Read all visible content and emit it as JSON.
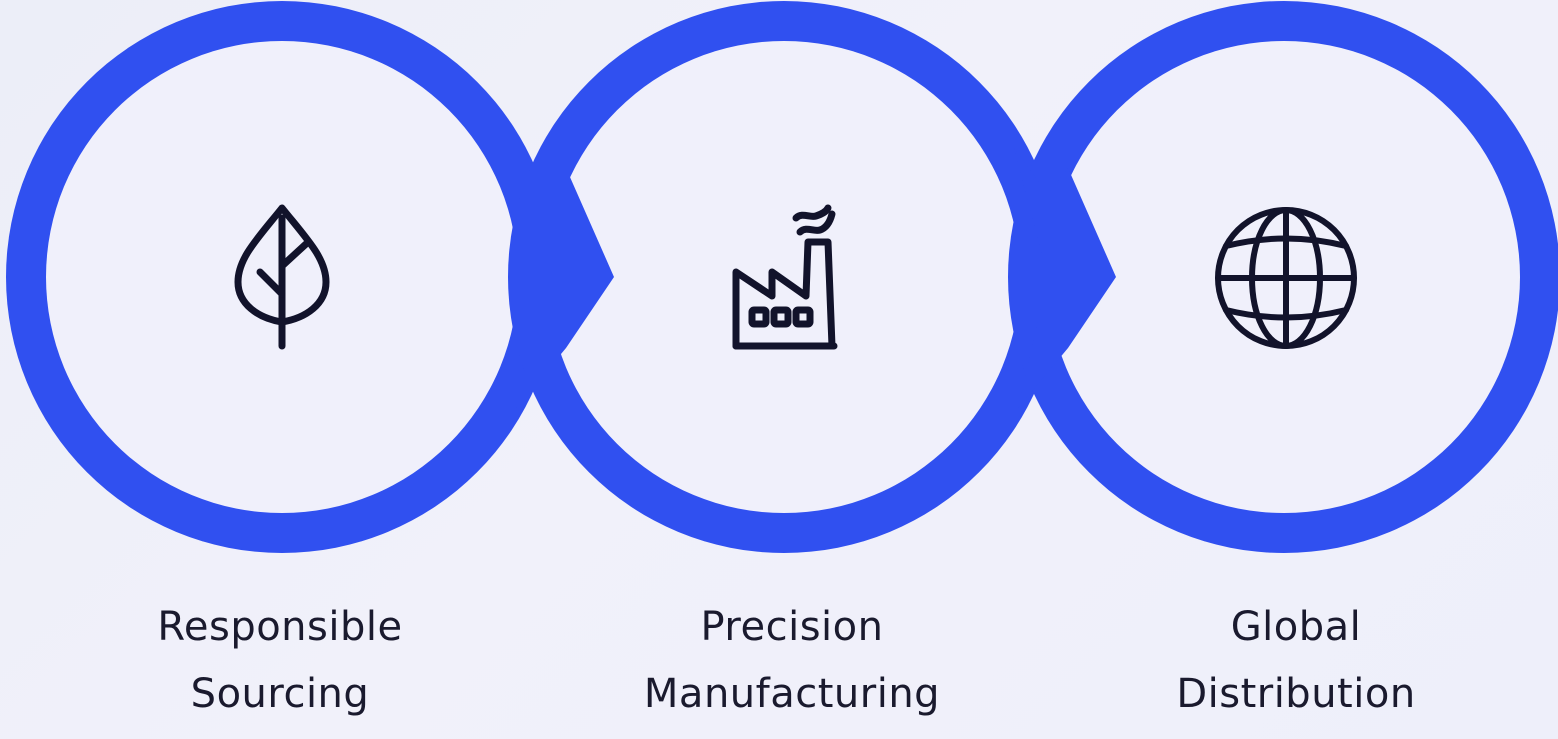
{
  "colors": {
    "ring": "#3050f0",
    "inner": "#f0f0fb",
    "icon": "#12132b",
    "label": "#1a1a2e"
  },
  "steps": [
    {
      "icon": "leaf-icon",
      "line1": "Responsible",
      "line2": "Sourcing"
    },
    {
      "icon": "factory-icon",
      "line1": "Precision",
      "line2": "Manufacturing"
    },
    {
      "icon": "globe-icon",
      "line1": "Global",
      "line2": "Distribution"
    }
  ]
}
